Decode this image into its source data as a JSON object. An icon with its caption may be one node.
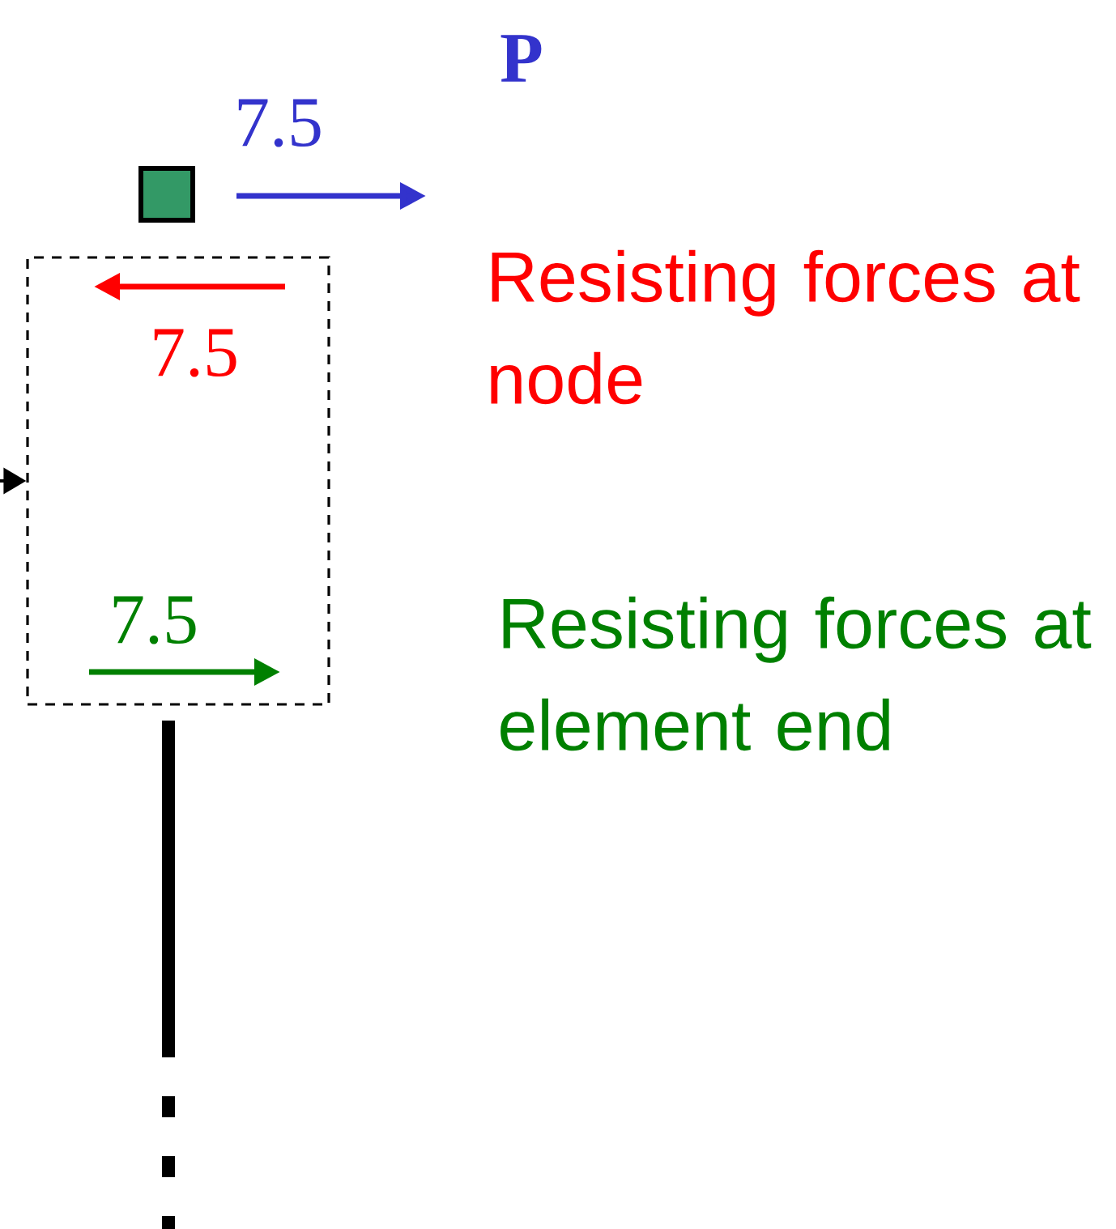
{
  "diagram": {
    "nodes": [
      {
        "text": [],
        "shape": "box"
      },
      {
        "text": [],
        "shape": "box"
      }
    ],
    "edges": [
      {
        "from": null,
        "to": 1,
        "arrow": "to"
      }
    ],
    "labels": [
      "P",
      "7.5",
      "Resisting forces at node",
      "7.5",
      "7.5",
      "Resisting forces at element end"
    ]
  }
}
